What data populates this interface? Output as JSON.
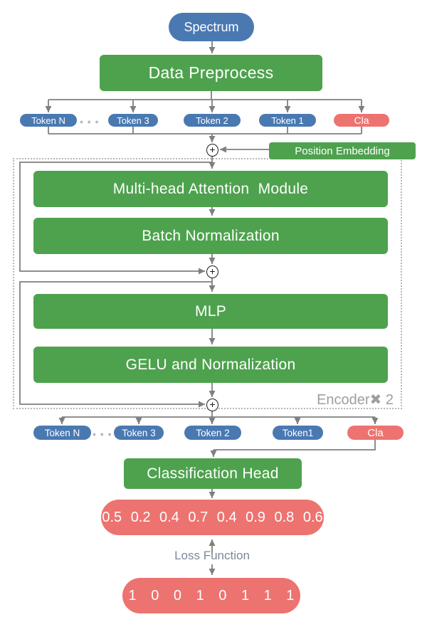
{
  "colors": {
    "blue": "#4a79b2",
    "green": "#4ea24e",
    "red": "#ed7370",
    "line": "#7f7f7f",
    "dotted": "#b7b7b7",
    "encoder_label": "#9e9e9e",
    "loss_label": "#7b8899",
    "dots": "#b5bac0"
  },
  "nodes": {
    "spectrum": "Spectrum",
    "data_preprocess": "Data Preprocess",
    "ellipsis": "• • •",
    "tokens_top": [
      "Token N",
      "Token 3",
      "Token 2",
      "Token 1"
    ],
    "cla_top": "Cla",
    "plus": "+",
    "position_embedding": "Position Embedding",
    "multi_head_attention": "Multi-head Attention  Module",
    "batch_normalization": "Batch Normalization",
    "mlp": "MLP",
    "gelu": "GELU and Normalization",
    "encoder_label": "Encoder✖ 2",
    "tokens_bottom": [
      "Token N",
      "Token 3",
      "Token 2",
      "Token1"
    ],
    "cla_bottom": "Cla",
    "classification_head": "Classification Head",
    "probabilities": "0.5 0.2 0.4 0.7 0.4 0.9 0.8 0.6",
    "loss_function": "Loss Function",
    "target_labels": "1 0 0 1 0 1 1 1"
  }
}
